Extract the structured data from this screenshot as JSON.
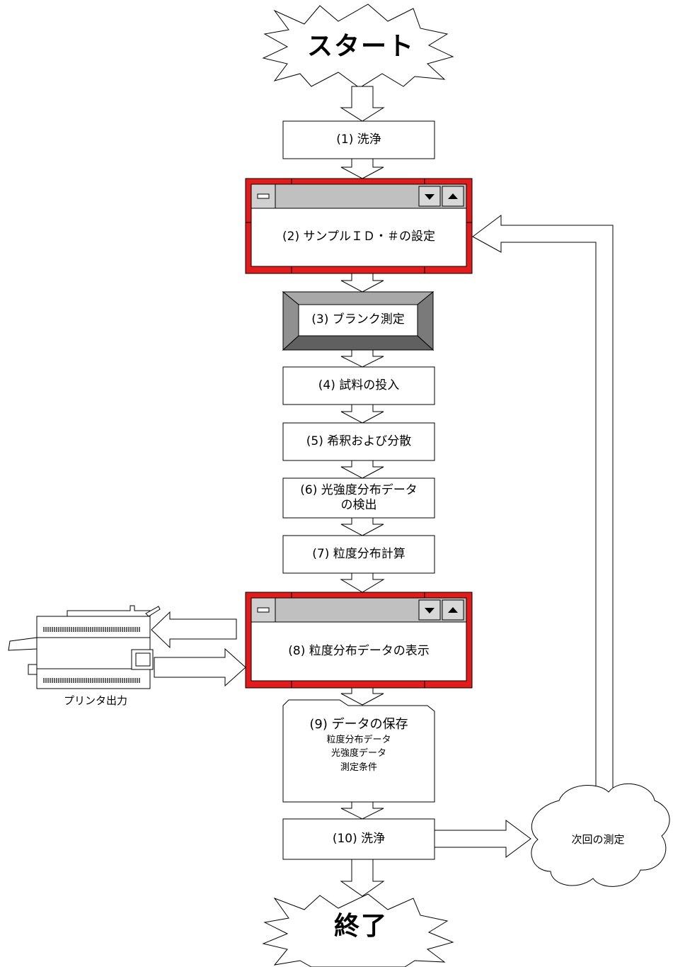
{
  "terminals": {
    "start": "スタート",
    "end": "終了"
  },
  "steps": {
    "s1": "(1) 洗浄",
    "s2": "(2) サンプルＩＤ・＃の設定",
    "s3": "(3) ブランク測定",
    "s4": "(4) 試料の投入",
    "s5": "(5) 希釈および分散",
    "s6_line1": "(6) 光強度分布データ",
    "s6_line2": "の検出",
    "s7": "(7) 粒度分布計算",
    "s8": "(8) 粒度分布データの表示",
    "s9_title": "(9) データの保存",
    "s9_items": [
      "粒度分布データ",
      "光強度データ",
      "測定条件"
    ],
    "s10": "(10) 洗浄"
  },
  "side": {
    "printer_label": "プリンタ出力",
    "next_label": "次回の測定"
  },
  "colors": {
    "window_frame": "#e31b1b",
    "titlebar": "#c0c0c0",
    "bevel_dark": "#606060",
    "bevel_light": "#a8a8a8"
  }
}
